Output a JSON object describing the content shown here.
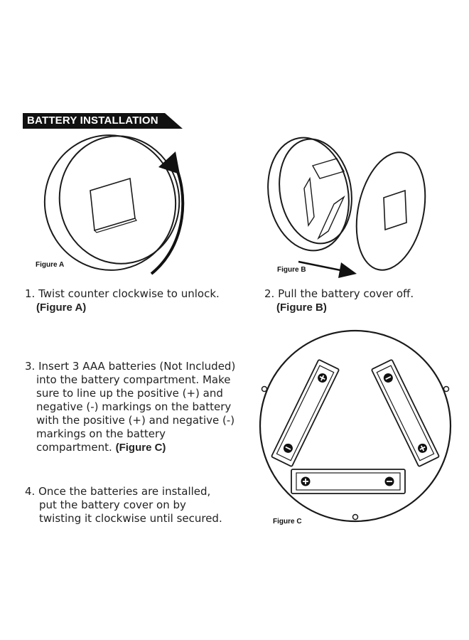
{
  "title": "BATTERY INSTALLATION",
  "figures": {
    "a": "Figure A",
    "b": "Figure B",
    "c": "Figure C"
  },
  "steps": {
    "s1": {
      "number": "1.",
      "text": "Twist counter clockwise to unlock.",
      "ref": "(Figure A)"
    },
    "s2": {
      "number": "2.",
      "text": "Pull the battery cover off.",
      "ref": "(Figure B)"
    },
    "s3": {
      "number": "3.",
      "lines": [
        "Insert 3 AAA batteries (Not Included)",
        "into the battery compartment. Make",
        "sure to line up the positive (+) and",
        "negative (-) markings on the battery",
        "with the positive (+) and negative (-)",
        "markings on the battery",
        "compartment."
      ],
      "ref": "(Figure C)"
    },
    "s4": {
      "number": "4.",
      "lines": [
        "Once the batteries are installed,",
        "put the battery cover on by",
        "twisting it clockwise until secured."
      ]
    }
  },
  "colors": {
    "ink": "#1a1a1a",
    "text": "#222222",
    "banner": "#111111"
  },
  "icons": [
    "rotate-arrow-icon",
    "pull-arrow-icon",
    "battery-plus-icon",
    "battery-minus-icon"
  ]
}
